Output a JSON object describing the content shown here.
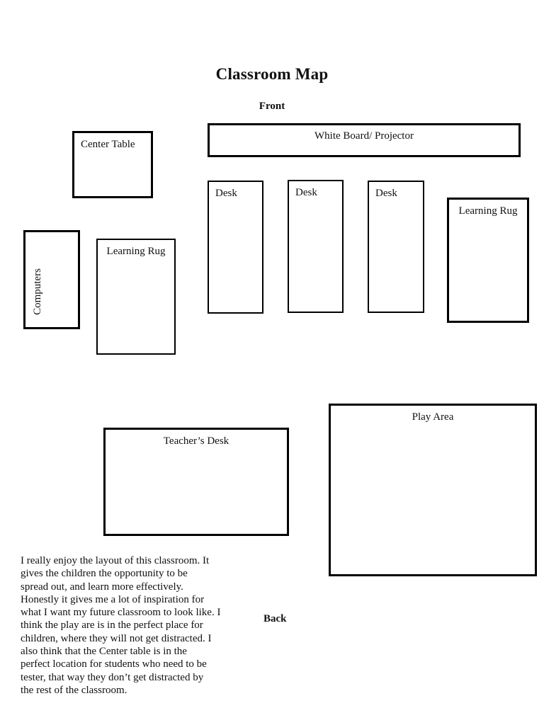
{
  "page": {
    "title": "Classroom Map",
    "front_label": "Front",
    "back_label": "Back",
    "background_color": "#ffffff",
    "line_color": "#000000"
  },
  "map": {
    "whiteboard": {
      "label": "White Board/ Projector"
    },
    "center_table": {
      "label": "Center Table"
    },
    "desks": [
      {
        "label": "Desk"
      },
      {
        "label": "Desk"
      },
      {
        "label": "Desk"
      }
    ],
    "learning_rug_right": {
      "label": "Learning Rug"
    },
    "computers": {
      "label": "Computers"
    },
    "learning_rug_left": {
      "label": "Learning Rug"
    },
    "teachers_desk": {
      "label": "Teacher’s Desk"
    },
    "play_area": {
      "label": "Play Area"
    }
  },
  "commentary": "I really enjoy the layout of this classroom. It\ngives the children the opportunity to be\nspread out, and learn more effectively.\nHonestly it gives me a lot of inspiration for\nwhat I want my future classroom to look like. I\nthink the play are is in the perfect place for\nchildren, where they will not get distracted. I\nalso think that the Center table is in the\nperfect location for students who need to be\ntester, that way they don’t get distracted by\nthe rest of the classroom."
}
